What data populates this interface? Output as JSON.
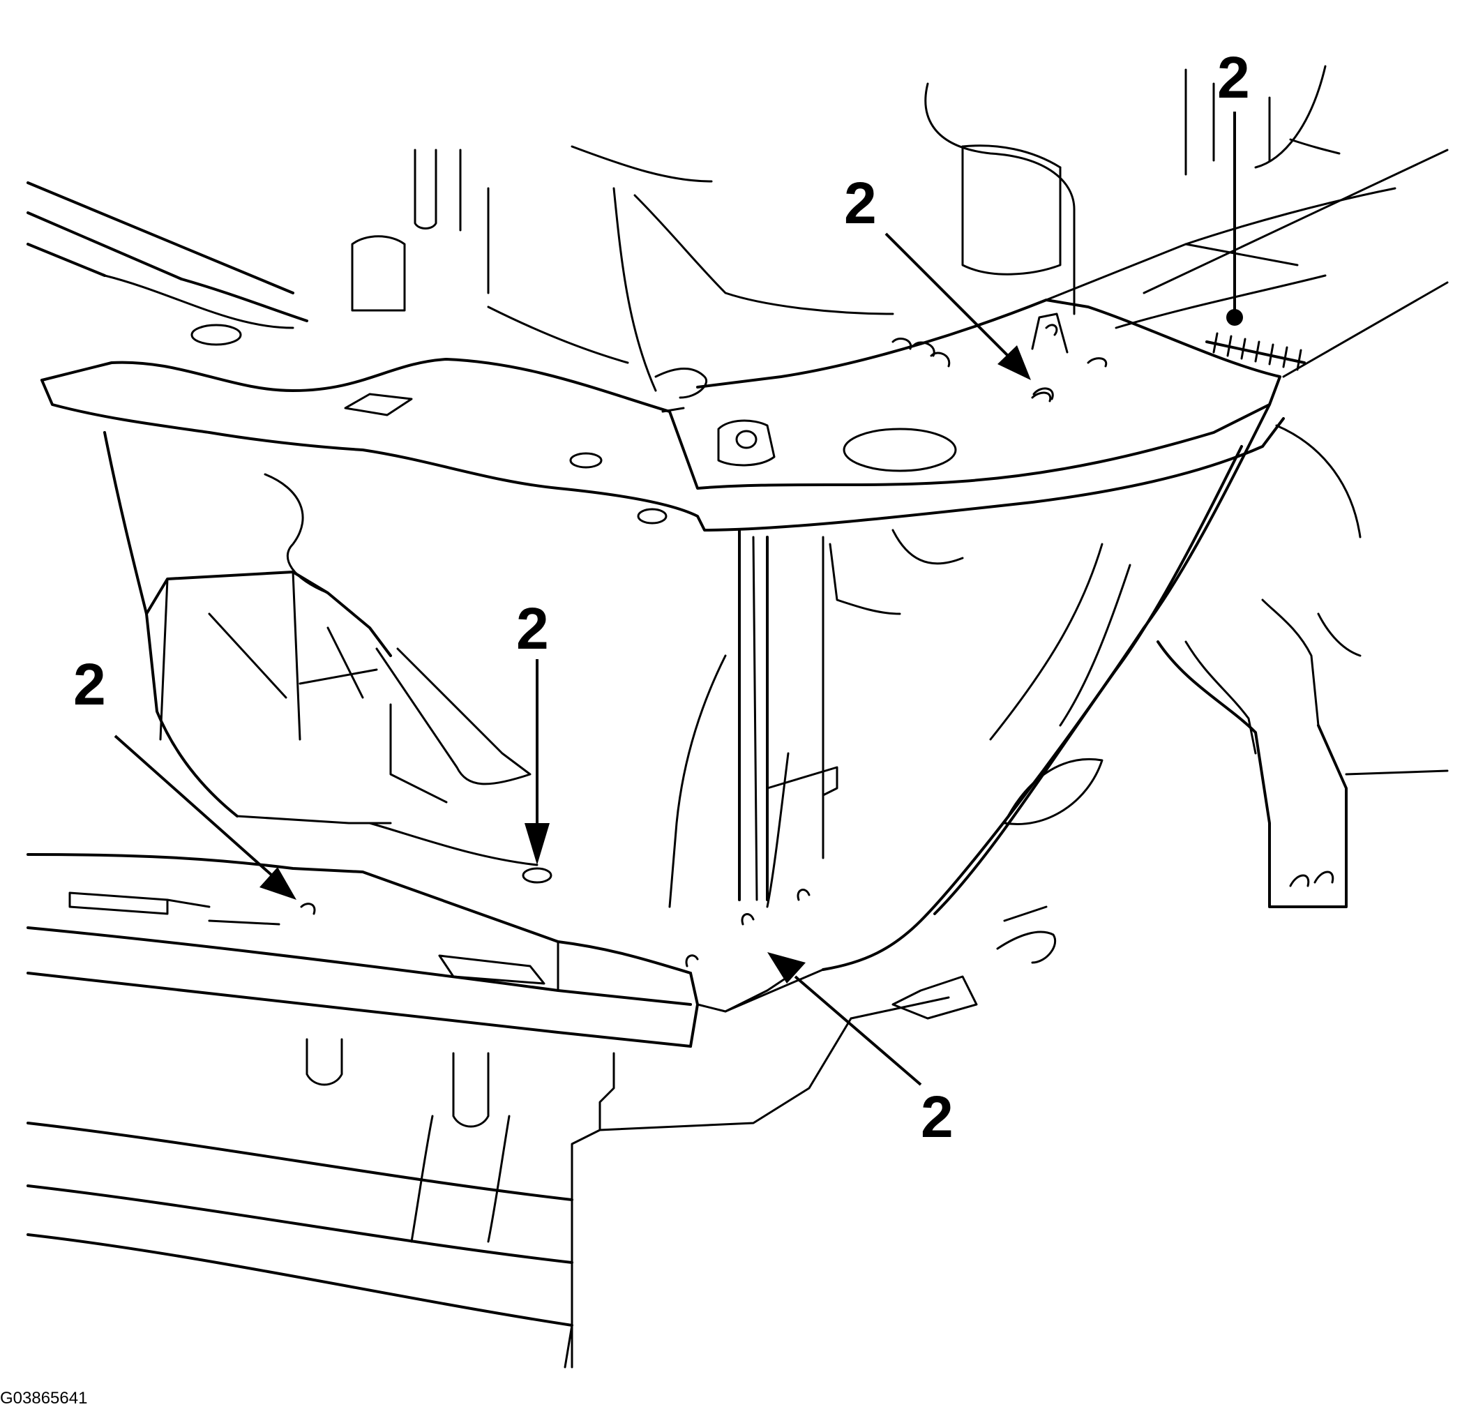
{
  "figure": {
    "id_label": "G03865641"
  },
  "callouts": [
    {
      "label": "2",
      "target": "upper-radiator-support-right-clip"
    },
    {
      "label": "2",
      "target": "upper-radiator-support-weld-seam"
    },
    {
      "label": "2",
      "target": "center-brace-lower-bolt"
    },
    {
      "label": "2",
      "target": "lower-left-clip"
    },
    {
      "label": "2",
      "target": "lower-center-support-clips"
    }
  ],
  "colors": {
    "line": "#000000",
    "background": "#ffffff"
  }
}
